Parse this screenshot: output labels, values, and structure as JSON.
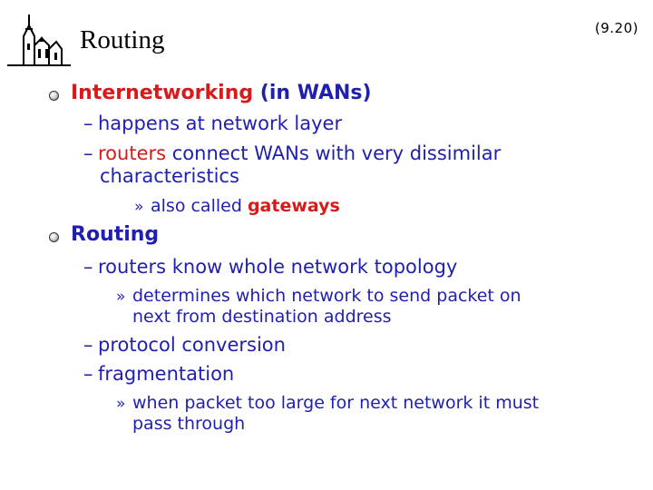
{
  "header": {
    "title": "Routing",
    "slide_number": "(9.20)"
  },
  "body": {
    "b1": {
      "red": "Internetworking",
      "rest": "(in WANs)"
    },
    "b1_sub1": "happens at network layer",
    "b1_sub2a": {
      "red": "routers",
      "rest": "connect WANs with very dissimilar"
    },
    "b1_sub2b": "characteristics",
    "b1_sub2_detail": {
      "prefix": "also called",
      "red": "gateways"
    },
    "b2": "Routing",
    "b2_sub1": "routers know whole network topology",
    "b2_sub1_detail_a": "determines which network to send packet on",
    "b2_sub1_detail_b": "next from destination address",
    "b2_sub2": "protocol conversion",
    "b2_sub3": "fragmentation",
    "b2_sub3_detail_a": "when packet too large for next network it must",
    "b2_sub3_detail_b": "pass through"
  },
  "colors": {
    "accent_red": "#d81a1a",
    "text_blue": "#1f1fb0"
  },
  "icons": {
    "logo": "castle-logo-icon",
    "bullet": "bullet-icon",
    "dash": "dash-icon",
    "subbullet": "double-chevron-icon"
  }
}
